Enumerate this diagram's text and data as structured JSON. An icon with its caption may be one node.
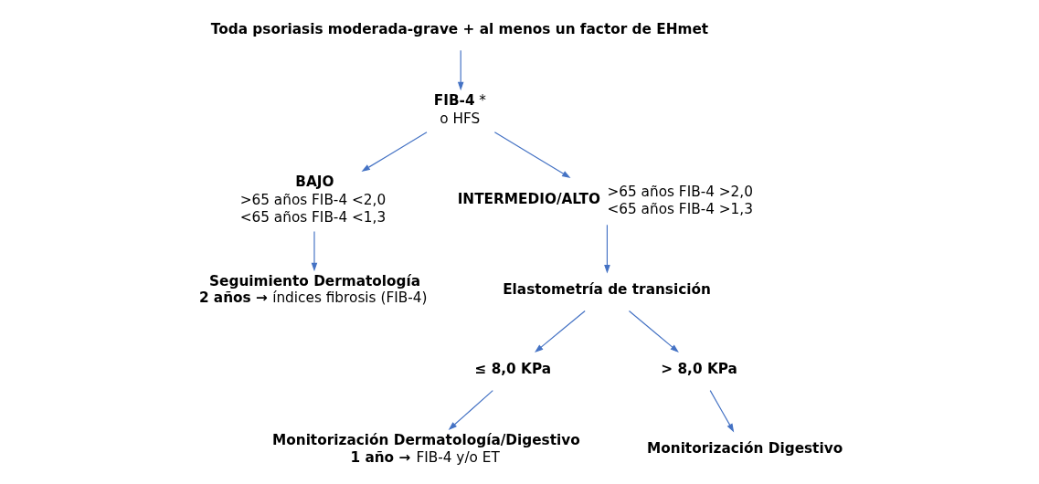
{
  "diagram": {
    "nodes": [
      {
        "text": [
          "Toda psoriasis moderada-grave + al menos un factor de EHmet"
        ]
      },
      {
        "text": [
          "**FIB-4** *",
          "o HFS"
        ]
      },
      {
        "text": [
          "BAJO",
          ">65 años FIB-4 <2,0",
          "<65 años FIB-4 <1,3"
        ]
      },
      {
        "text": [
          "INTERMEDIO/ALTO"
        ],
        "beside": [
          ">65 años FIB-4 >2,0",
          "<65 años FIB-4 >1,3"
        ]
      },
      {
        "text": [
          "Seguimiento Dermatología",
          "**2 años →** índices fibrosis (FIB-4)"
        ]
      },
      {
        "text": [
          "Elastometría de transición"
        ]
      },
      {
        "text": [
          "≤ 8,0 KPa"
        ]
      },
      {
        "text": [
          "> 8,0 KPa"
        ]
      },
      {
        "text": [
          "Monitorización Dermatología/Digestivo",
          "**1 año →** FIB-4 y/o ET"
        ]
      },
      {
        "text": [
          "Monitorización Digestivo"
        ]
      }
    ],
    "edges": [
      {
        "from": 0,
        "to": 1,
        "arrow": "to"
      },
      {
        "from": 1,
        "to": 2,
        "arrow": "to"
      },
      {
        "from": 1,
        "to": 3,
        "arrow": "to"
      },
      {
        "from": 2,
        "to": 4,
        "arrow": "to"
      },
      {
        "from": 3,
        "to": 5,
        "arrow": "to"
      },
      {
        "from": 5,
        "to": 6,
        "arrow": "to"
      },
      {
        "from": 5,
        "to": 7,
        "arrow": "to"
      },
      {
        "from": 6,
        "to": 8,
        "arrow": "to"
      },
      {
        "from": 7,
        "to": 9,
        "arrow": "to"
      }
    ]
  }
}
